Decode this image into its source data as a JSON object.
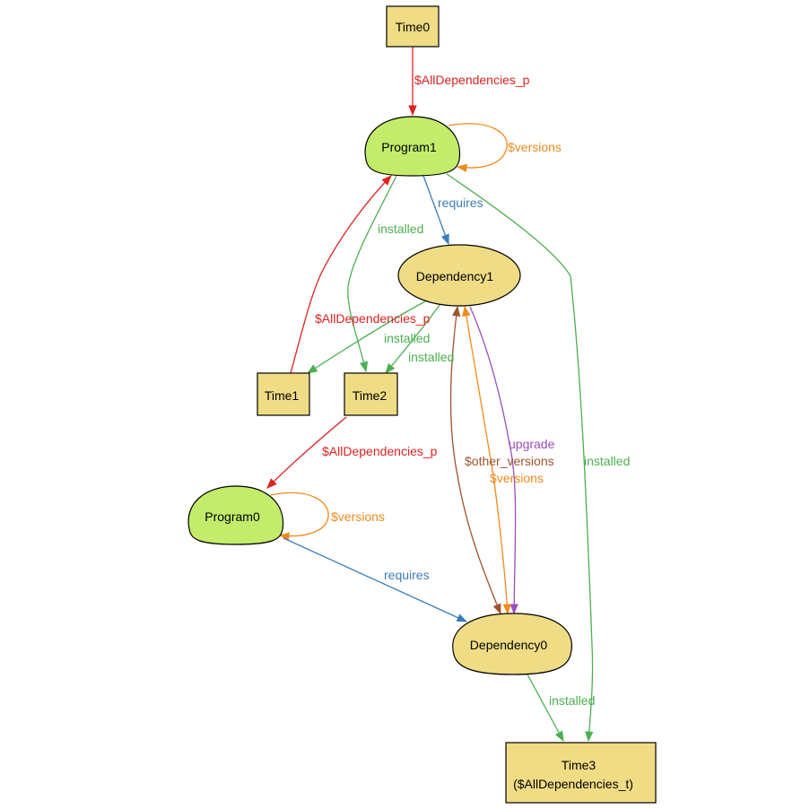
{
  "colors": {
    "program_fill": "#c2ec6a",
    "box_fill": "#efdc85",
    "red": "#dd2222",
    "orange": "#f08a1c",
    "blue": "#3a7db8",
    "green": "#4caf50",
    "purple": "#9b4dbb",
    "brown": "#a0522d"
  },
  "nodes": {
    "time0": "Time0",
    "program1": "Program1",
    "dependency1": "Dependency1",
    "time1": "Time1",
    "time2": "Time2",
    "program0": "Program0",
    "dependency0": "Dependency0",
    "time3_line1": "Time3",
    "time3_line2": "($AllDependencies_t)"
  },
  "edges": {
    "time0_program1": "$AllDependencies_p",
    "program1_self": "$versions",
    "program1_dependency1": "requires",
    "program1_time2": "installed",
    "time1_program1": "$AllDependencies_p",
    "dependency1_time1": "installed",
    "dependency1_time2": "installed",
    "time2_program0": "$AllDependencies_p",
    "program0_self": "$versions",
    "program0_dependency0": "requires",
    "dependency1_dependency0_upgrade": "upgrade",
    "dependency0_dependency1_other": "$other_versions",
    "dependency1_dependency0_versions": "$versions",
    "program1_time3": "installed",
    "dependency0_time3": "installed"
  }
}
